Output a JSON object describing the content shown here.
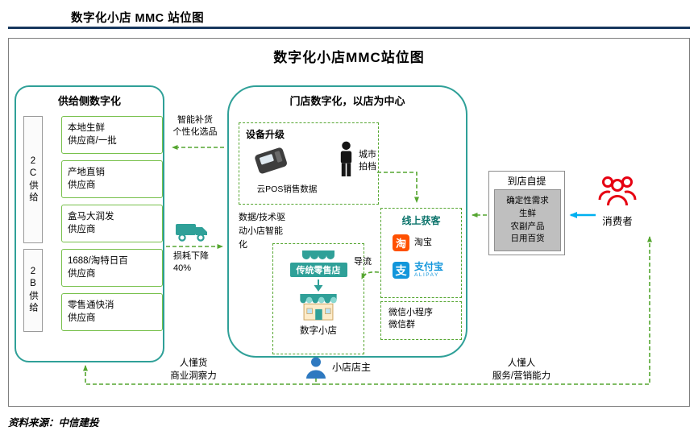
{
  "header": {
    "title": "数字化小店 MMC 站位图"
  },
  "footer": {
    "source": "资料来源：中信建投"
  },
  "colors": {
    "navy": "#17375E",
    "teal": "#2FA098",
    "box_green": "#77C04B",
    "arrow_green": "#55A630",
    "cyan": "#00B0F0",
    "taobao_orange": "#FF5000",
    "alipay_blue": "#1296DB",
    "consumer_red": "#E60012",
    "owner_blue": "#2E79C0",
    "gray_fill": "#BFBFBF"
  },
  "diagram": {
    "title": "数字化小店MMC站位图",
    "supply": {
      "title": "供给侧数字化",
      "groups": [
        {
          "label": "2C供给"
        },
        {
          "label": "2B供给"
        }
      ],
      "suppliers": [
        {
          "label": "本地生鲜\n供应商/一批"
        },
        {
          "label": "产地直销\n供应商"
        },
        {
          "label": "盒马大润发\n供应商"
        },
        {
          "label": "1688/淘特日百\n供应商"
        },
        {
          "label": "零售通快消\n供应商"
        }
      ]
    },
    "links": {
      "replenish": "智能补货\n个性化选品",
      "loss": "损耗下降\n40%"
    },
    "store": {
      "title": "门店数字化，以店为中心",
      "equipment": {
        "title": "设备升级",
        "pos": "云POS销售数据",
        "partner": "城市\n拍档"
      },
      "data_drive": "数据/技术驱\n动小店智能\n化",
      "traditional": "传统零售店",
      "digital": "数字小店",
      "online": {
        "title": "线上获客",
        "taobao_glyph": "淘",
        "taobao": "淘宝",
        "alipay_glyph": "支",
        "alipay": "支付宝",
        "alipay_sub": "ALIPAY"
      },
      "wechat": "微信小程序\n微信群",
      "diversion": "导流"
    },
    "pickup": {
      "title": "到店自提",
      "content": "确定性需求\n生鲜\n农副产品\n日用百货"
    },
    "consumer": "消费者",
    "owner": "小店店主",
    "skills": {
      "left": "人懂货\n商业洞察力",
      "right": "人懂人\n服务/营销能力"
    }
  }
}
